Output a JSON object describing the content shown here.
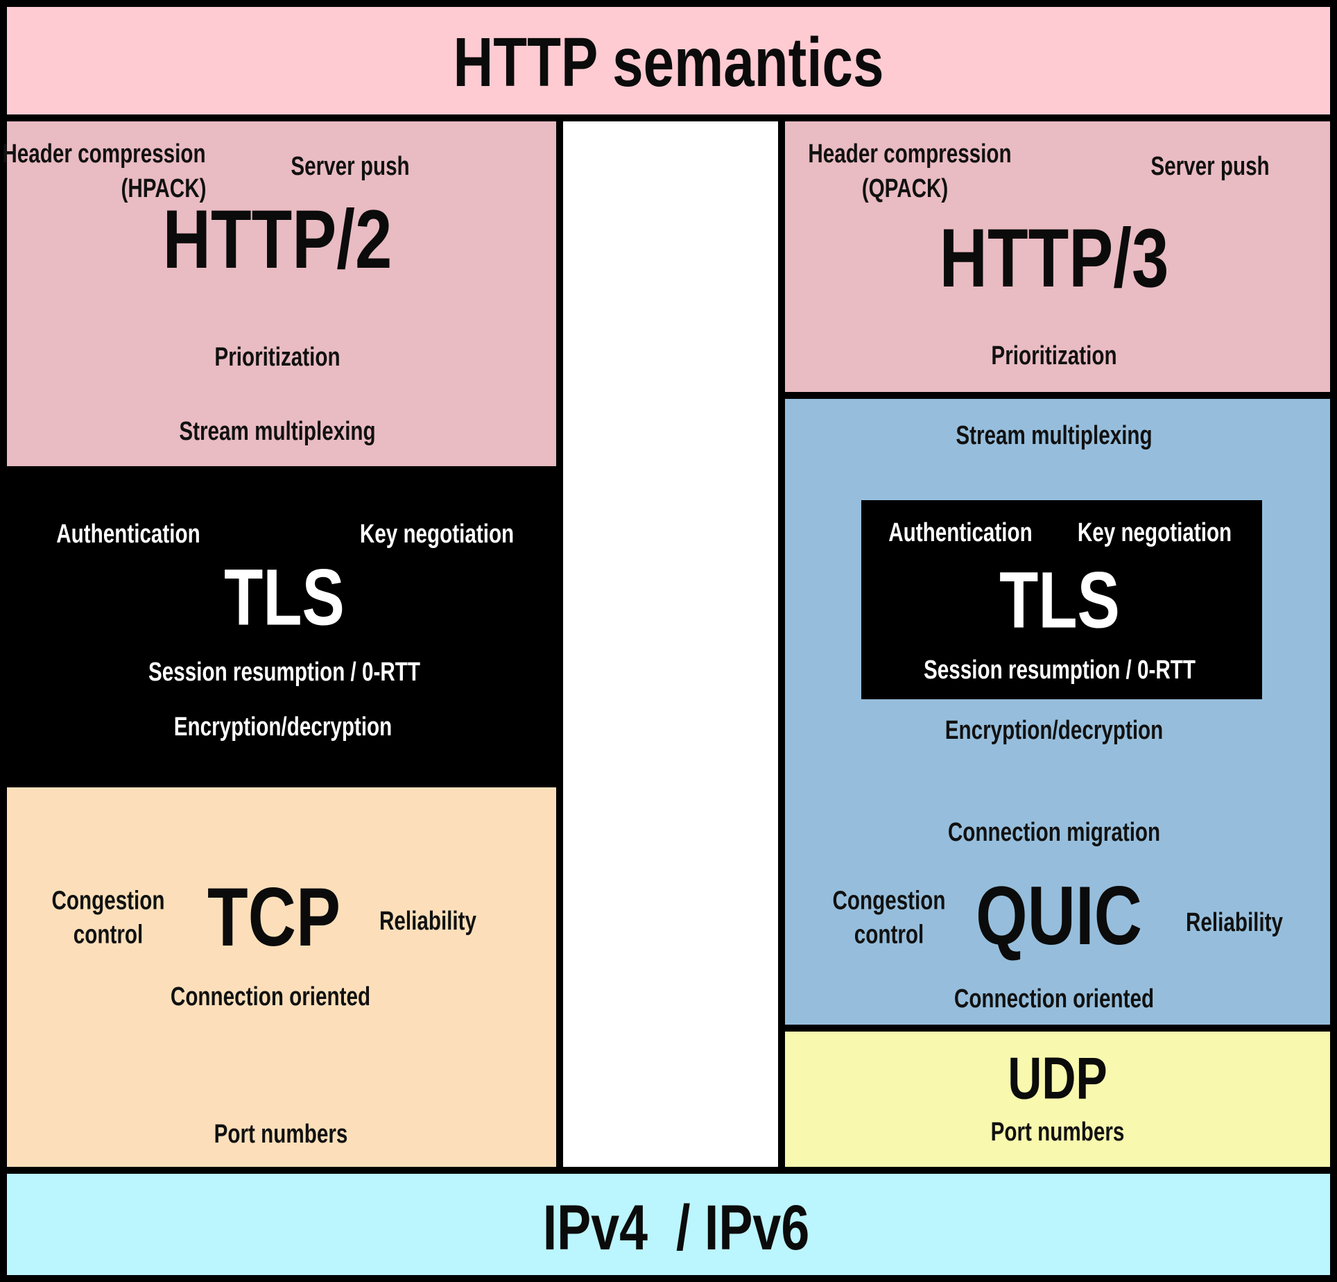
{
  "title": "HTTP semantics",
  "bottom_layer": "IPv4  / IPv6",
  "http2": {
    "title": "HTTP/2",
    "header_compression": "Header compression",
    "header_compression_codec": "(HPACK)",
    "server_push": "Server push",
    "prioritization": "Prioritization",
    "stream_multiplexing": "Stream multiplexing"
  },
  "tls2": {
    "title": "TLS",
    "authentication": "Authentication",
    "key_negotiation": "Key negotiation",
    "session_resumption": "Session resumption / 0-RTT",
    "encryption": "Encryption/decryption"
  },
  "tcp": {
    "title": "TCP",
    "congestion_control": "Congestion control",
    "reliability": "Reliability",
    "connection_oriented": "Connection oriented",
    "port_numbers": "Port numbers"
  },
  "http3": {
    "title": "HTTP/3",
    "header_compression": "Header compression",
    "header_compression_codec": "(QPACK)",
    "server_push": "Server push",
    "prioritization": "Prioritization"
  },
  "quic": {
    "title": "QUIC",
    "stream_multiplexing": "Stream multiplexing",
    "encryption": "Encryption/decryption",
    "connection_migration": "Connection migration",
    "congestion_control": "Congestion control",
    "reliability": "Reliability",
    "connection_oriented": "Connection oriented"
  },
  "tls3": {
    "title": "TLS",
    "authentication": "Authentication",
    "key_negotiation": "Key negotiation",
    "session_resumption": "Session resumption / 0-RTT"
  },
  "udp": {
    "title": "UDP",
    "port_numbers": "Port numbers"
  },
  "colors": {
    "banner_top": "#ffcbd2",
    "http_box": "#e9bbc2",
    "tls_box": "#000000",
    "tcp_box": "#fcdfba",
    "quic_box": "#96bedc",
    "udp_box": "#f8f8ae",
    "banner_bottom": "#bbf5fd",
    "border": "#000000",
    "text_dark": "#111111",
    "text_light": "#ffffff"
  }
}
